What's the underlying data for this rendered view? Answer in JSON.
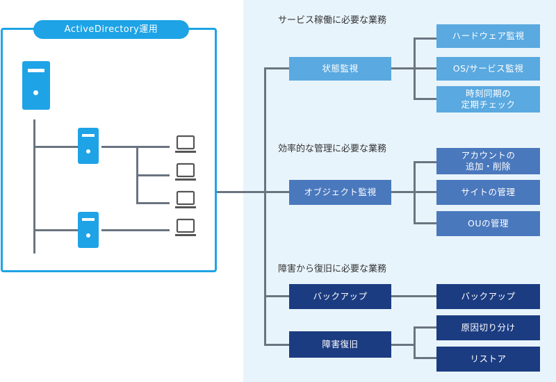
{
  "colors": {
    "ad_blue": "#1ea3e6",
    "light_blue": "#5aa9e0",
    "mid_blue": "#4a78bd",
    "dark_blue": "#1c3c81",
    "panel_bg": "#e8f4fb",
    "line": "#6a7480"
  },
  "ad": {
    "label": "ActiveDirectory運用"
  },
  "sections": {
    "service": {
      "title": "サービス稼働に必要な業務",
      "task": "状態監視",
      "items": [
        "ハードウェア監視",
        "OS/サービス監視",
        "時刻同期の\n定期チェック"
      ]
    },
    "efficient": {
      "title": "効率的な管理に必要な業務",
      "task": "オブジェクト監視",
      "items": [
        "アカウントの\n追加・削除",
        "サイトの管理",
        "OUの管理"
      ]
    },
    "recovery": {
      "title": "障害から復旧に必要な業務",
      "tasks": [
        {
          "label": "バックアップ",
          "items": [
            "バックアップ"
          ]
        },
        {
          "label": "障害復旧",
          "items": [
            "原因切り分け",
            "リストア"
          ]
        }
      ]
    }
  }
}
